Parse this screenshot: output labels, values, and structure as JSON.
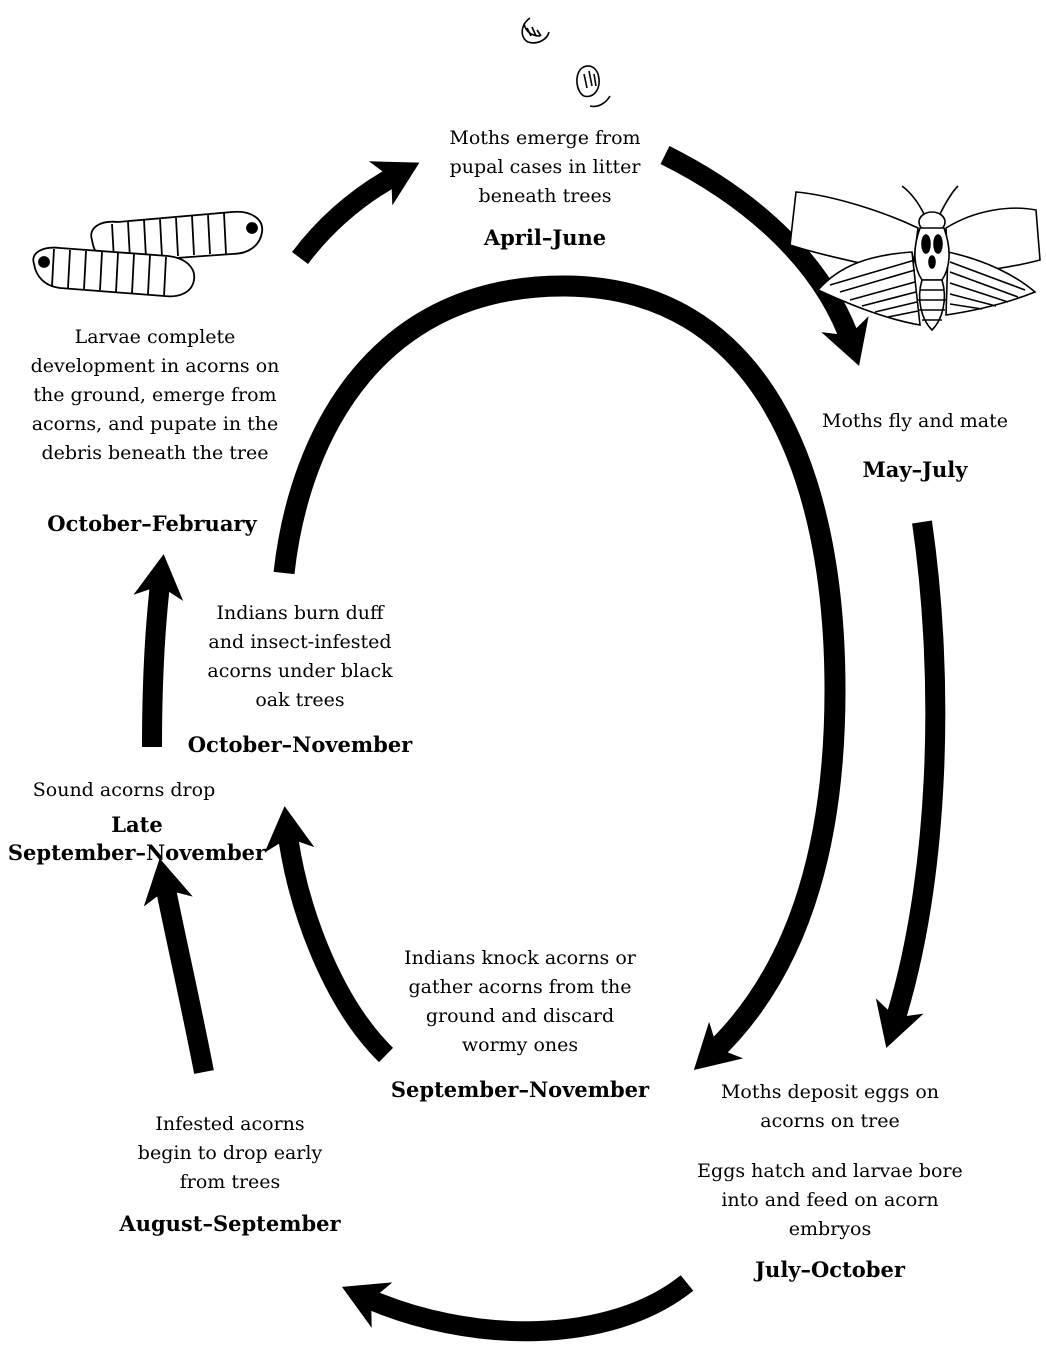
{
  "stages": {
    "emerge": {
      "text": [
        "Moths emerge from",
        "pupal cases in litter",
        "beneath trees"
      ],
      "date": "April–June"
    },
    "fly": {
      "text": [
        "Moths fly and mate"
      ],
      "date": "May–July"
    },
    "deposit": {
      "text": [
        "Moths deposit eggs on",
        "acorns on tree"
      ]
    },
    "hatch": {
      "text": [
        "Eggs hatch and larvae bore",
        "into and feed on acorn",
        "embryos"
      ],
      "date": "July–October"
    },
    "infested": {
      "text": [
        "Infested acorns",
        "begin to drop early",
        "from trees"
      ],
      "date": "August–September"
    },
    "knock": {
      "text": [
        "Indians knock acorns or",
        "gather acorns from the",
        "ground and discard",
        "wormy ones"
      ],
      "date": "September–November"
    },
    "sound": {
      "text": [
        "Sound acorns drop"
      ],
      "date": [
        "Late",
        "September–November"
      ]
    },
    "burn": {
      "text": [
        "Indians burn duff",
        "and insect-infested",
        "acorns under black",
        "oak trees"
      ],
      "date": "October–November"
    },
    "larvae": {
      "text": [
        "Larvae complete",
        "development in acorns on",
        "the ground, emerge from",
        "acorns, and pupate in the",
        "debris beneath the tree"
      ],
      "date": "October–February"
    }
  },
  "illustrations": [
    "pupal-case-icon",
    "moth-icon",
    "larvae-icon"
  ]
}
